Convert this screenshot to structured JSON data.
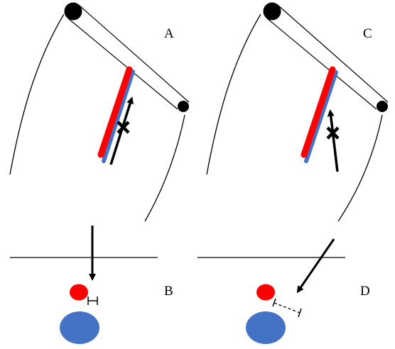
{
  "panels": {
    "a": {
      "label": "A"
    },
    "b": {
      "label": "B"
    },
    "c": {
      "label": "C"
    },
    "d": {
      "label": "D"
    }
  },
  "colors": {
    "red_marker": "#ff0000",
    "blue_marker": "#4472c4",
    "line": "#000000",
    "background": "#ffffff"
  },
  "icons": {
    "aligned_mark": "cross-mark-icon",
    "offset_mark": "cross-mark-icon"
  }
}
